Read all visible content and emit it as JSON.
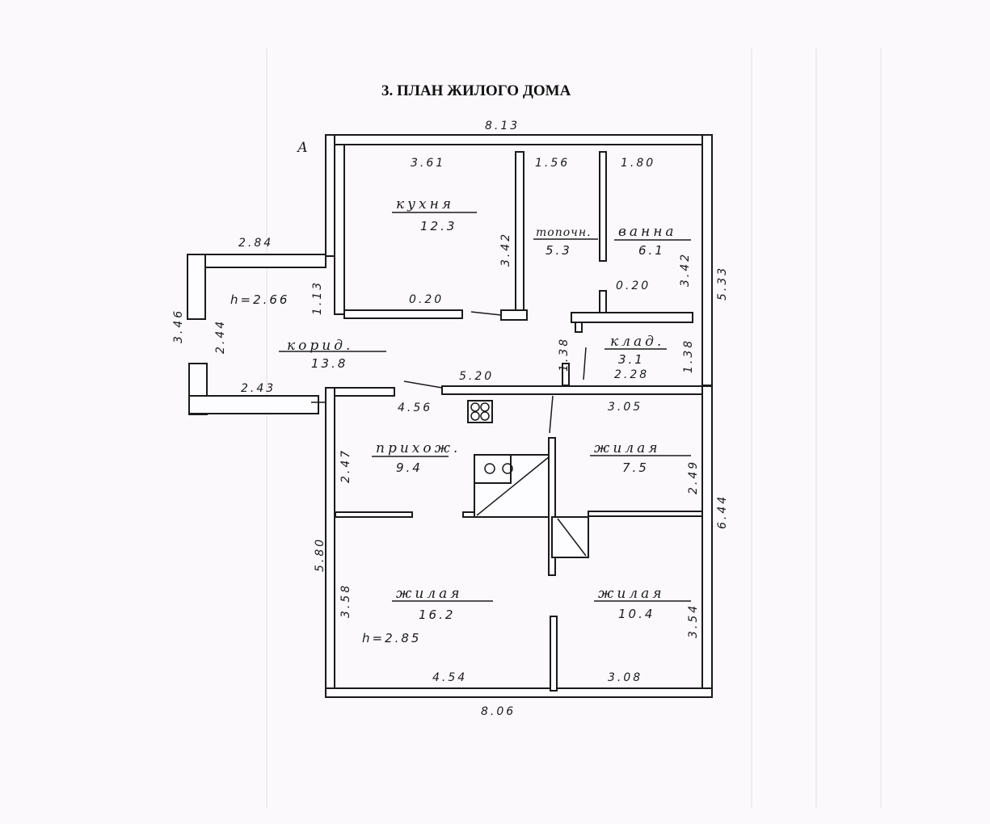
{
  "title": "3.  ПЛАН ЖИЛОГО ДОМА",
  "axis_mark": "А",
  "rooms": {
    "kitchen": {
      "name": "кухня",
      "area": "12.3"
    },
    "boiler": {
      "name": "топочн.",
      "area": "5.3"
    },
    "bath": {
      "name": "ванна",
      "area": "6.1"
    },
    "corridor": {
      "name": "корид.",
      "area": "13.8"
    },
    "storage": {
      "name": "клад.",
      "area": "3.1"
    },
    "hall": {
      "name": "прихож.",
      "area": "9.4"
    },
    "living1": {
      "name": "жилая",
      "area": "7.5"
    },
    "living2": {
      "name": "жилая",
      "area": "16.2"
    },
    "living3": {
      "name": "жилая",
      "area": "10.4"
    }
  },
  "heights": {
    "corridor": "h=2.66",
    "main": "h=2.85"
  },
  "dimensions": {
    "top_total": "8.13",
    "kitchen_w": "3.61",
    "boiler_w": "1.56",
    "bath_w": "1.80",
    "kitchen_h": "3.42",
    "bath_h": "3.42",
    "right_upper": "5.33",
    "wall_020_a": "0.20",
    "wall_020_b": "0.20",
    "annex_top": "2.84",
    "annex_left": "3.46",
    "annex_inner": "2.44",
    "annex_side": "1.13",
    "annex_bottom": "2.43",
    "closet_left": "1.38",
    "closet_right": "1.38",
    "closet_w": "2.28",
    "mid_wall": "5.20",
    "hall_w": "4.56",
    "living1_w": "3.05",
    "hall_h": "2.47",
    "living1_h": "2.49",
    "right_lower": "6.44",
    "left_lower": "5.80",
    "living2_h": "3.58",
    "living3_h": "3.54",
    "living2_w": "4.54",
    "living3_w": "3.08",
    "bottom_total": "8.06"
  }
}
